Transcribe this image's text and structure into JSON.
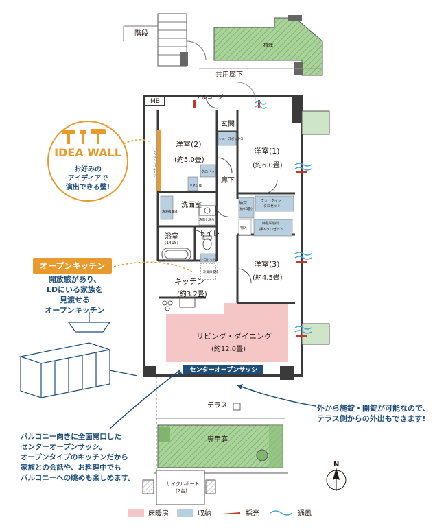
{
  "colors": {
    "floor_heating": "#f4c6c6",
    "storage": "#b7cfdf",
    "light": "#c0392b",
    "ventilation": "#4aa3d6",
    "garden": "#8cbf7d",
    "accent_orange": "#e89a2d",
    "navy": "#1f4e79",
    "wall": "#3a3a3a"
  },
  "top": {
    "stairs": "階段",
    "planting": "植栽",
    "common_corridor": "共用廊下",
    "alcove": "アルコーブ",
    "mb": "MB"
  },
  "rooms": {
    "western2": {
      "name": "洋室(2)",
      "size": "(約5.0畳)"
    },
    "western1": {
      "name": "洋室(1)",
      "size": "(約6.0畳)"
    },
    "western3": {
      "name": "洋室(3)",
      "size": "(約4.5畳)"
    },
    "entrance": "玄関",
    "corridor": "廊下",
    "washroom": "洗面室",
    "toilet": "トイレ",
    "bath": {
      "name": "浴室",
      "size": "(1418)"
    },
    "kitchen": {
      "name": "キッチン",
      "size": "(約3.2畳)"
    },
    "living": {
      "name": "リビング・ダイニング",
      "size": "(約12.0畳)"
    },
    "terrace": "テラス",
    "private_garden": "専用庭",
    "cycleport": {
      "name": "サイクルポート",
      "size": "(2台)"
    }
  },
  "storage_labels": {
    "shoes": "シューズボックス",
    "closet1": "クロゼット",
    "closet2": "クロゼット",
    "linen": "リネン庫",
    "nando": "納戸",
    "nando_size": "(約0.5畳)",
    "walkin": "ウォークイン",
    "walkin2": "クロゼット",
    "oshiire_top": "(中段/天袋付)",
    "oshiire": "押入クロゼット",
    "storage_in": "物入",
    "wash_cabinet": "洗面化粧台",
    "idea_wall_strip": "アイディアウォール",
    "kitchen_storage": "冷蔵庫置場",
    "wash_storage": "洗濯機置場"
  },
  "idea_wall": {
    "title": "IDEA WALL",
    "line1": "お好みの",
    "line2": "アイディアで",
    "line3": "演出できる壁!"
  },
  "open_kitchen": {
    "badge": "オープンキッチン",
    "line1": "開放感があり、",
    "line2": "LDにいる家族を",
    "line3": "見渡せる",
    "line4": "オープンキッチン"
  },
  "center_sash": "センターオープンサッシ",
  "right_note": {
    "line1": "外から施錠・開錠が可能なので、",
    "line2": "テラス側からの外出もできます!"
  },
  "left_note": {
    "line1": "バルコニー向きに全面開口した",
    "line2": "センターオープンサッシ。",
    "line3": "オープンタイプのキッチンだから",
    "line4": "家族との会話や、お料理中でも",
    "line5": "バルコニーへの眺めも楽しめます。"
  },
  "compass": "N",
  "legend": {
    "floor_heating": "床暖房",
    "storage": "収納",
    "light": "採光",
    "ventilation": "通風"
  }
}
